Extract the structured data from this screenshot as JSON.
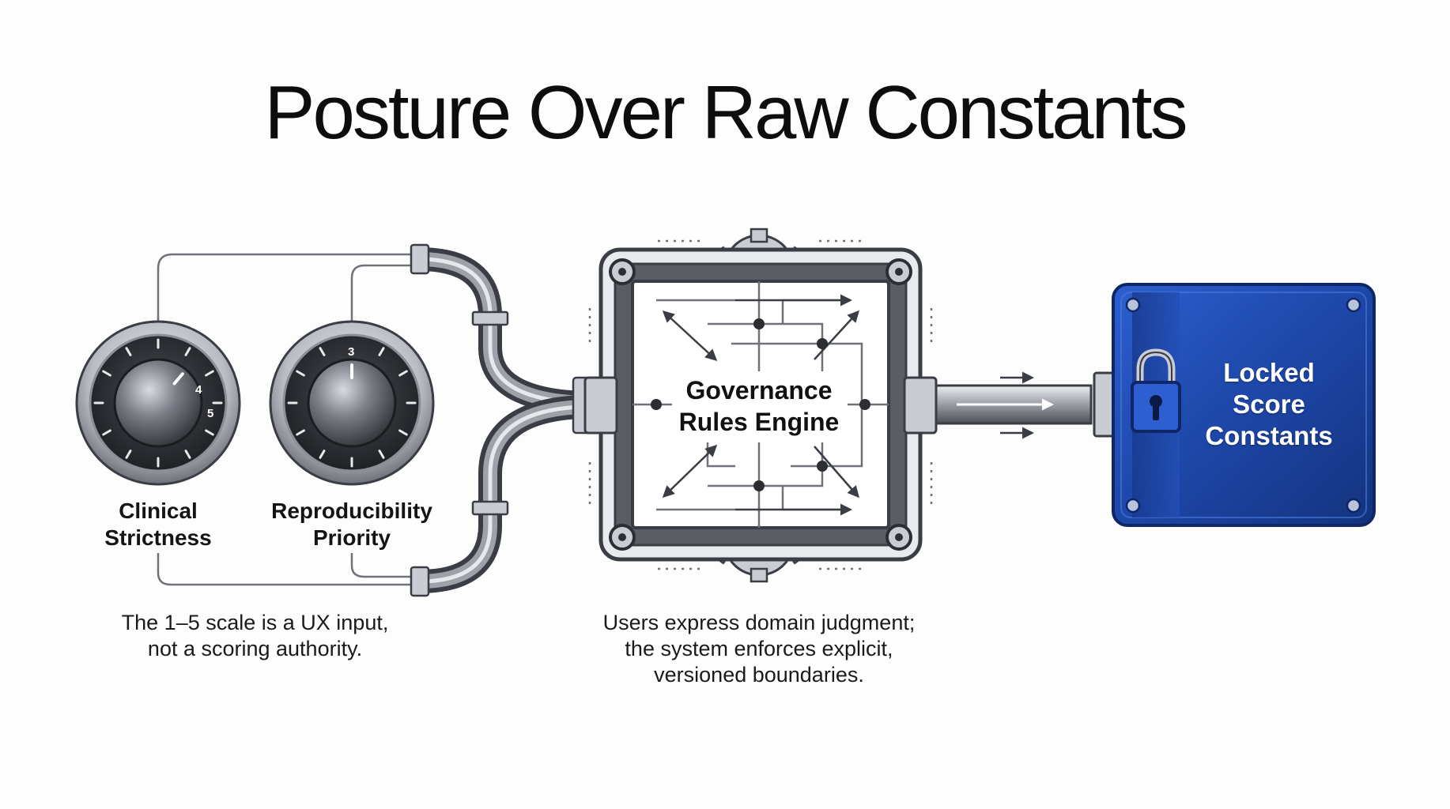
{
  "title": "Posture Over Raw Constants",
  "dials": [
    {
      "label": "Clinical\nStrictness",
      "ticks": [
        "4",
        "5"
      ]
    },
    {
      "label": "Reproducibility\nPriority",
      "ticks": [
        "3"
      ]
    }
  ],
  "dial_caption": "The 1–5 scale is a UX input,\nnot a scoring authority.",
  "engine": {
    "label": "Governance\nRules Engine"
  },
  "engine_caption": "Users express domain judgment;\nthe system enforces explicit,\nversioned boundaries.",
  "lockbox": {
    "label": "Locked\nScore\nConstants"
  },
  "colors": {
    "lockbox_blue": "#1d47a8",
    "metal_dark": "#3a3d44",
    "metal_light": "#c9ccd2",
    "text": "#111111"
  }
}
